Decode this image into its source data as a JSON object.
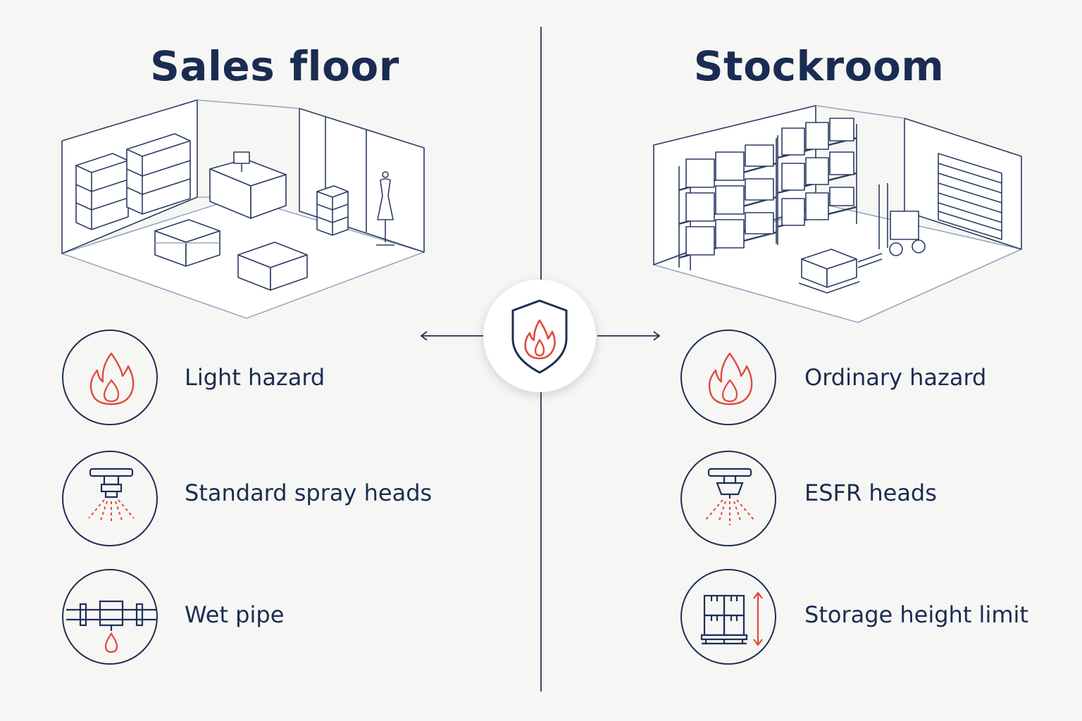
{
  "sections": {
    "left": {
      "title": "Sales floor",
      "features": [
        {
          "label": "Light hazard",
          "icon": "flame-icon"
        },
        {
          "label": "Standard spray heads",
          "icon": "sprinkler-head-icon"
        },
        {
          "label": "Wet pipe",
          "icon": "wet-pipe-icon"
        }
      ]
    },
    "right": {
      "title": "Stockroom",
      "features": [
        {
          "label": "Ordinary hazard",
          "icon": "flame-icon"
        },
        {
          "label": "ESFR heads",
          "icon": "esfr-head-icon"
        },
        {
          "label": "Storage height limit",
          "icon": "stacked-boxes-height-icon"
        }
      ]
    }
  },
  "center_icon": "fire-shield-icon",
  "colors": {
    "navy": "#1b2c52",
    "accent_red": "#e04a3f",
    "background": "#f6f6f4"
  }
}
